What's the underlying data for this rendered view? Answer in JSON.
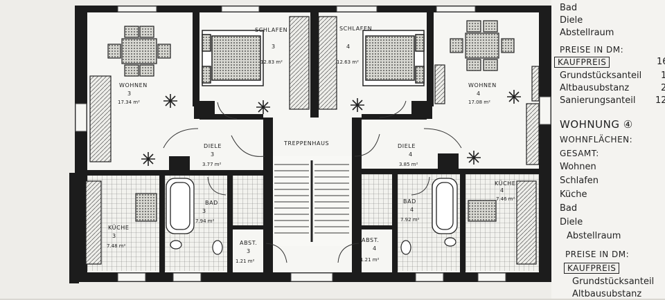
{
  "plan": {
    "rooms": {
      "wohnen_left": {
        "name": "WOHNEN",
        "num": "3",
        "area": "17.34 m²"
      },
      "schlafen_left": {
        "name": "SCHLAFEN",
        "num": "3",
        "area": "12.83 m²"
      },
      "schlafen_right": {
        "name": "SCHLAFEN",
        "num": "4",
        "area": "12.63 m²"
      },
      "wohnen_right": {
        "name": "WOHNEN",
        "num": "4",
        "area": "17.08 m²"
      },
      "diele_left": {
        "name": "DIELE",
        "num": "3",
        "area": "3.77 m²"
      },
      "treppenhaus": {
        "name": "TREPPENHAUS"
      },
      "diele_right": {
        "name": "DIELE",
        "num": "4",
        "area": "3.85 m²"
      },
      "bad_left": {
        "name": "BAD",
        "num": "3",
        "area": "7.94 m²"
      },
      "bad_right": {
        "name": "BAD",
        "num": "4",
        "area": "7.92 m²"
      },
      "kueche_left": {
        "name": "KÜCHE",
        "num": "3",
        "area": "7.48 m²"
      },
      "kueche_right": {
        "name": "KÜCHE",
        "num": "4",
        "area": "7.46 m²"
      },
      "abst_left": {
        "name": "ABST.",
        "num": "3",
        "area": "1.21 m²"
      },
      "abst_right": {
        "name": "ABST.",
        "num": "4",
        "area": "1.21 m²"
      }
    }
  },
  "sidebar": {
    "top_list": [
      "Bad",
      "Diele",
      "Abstellraum"
    ],
    "prices_heading_1": "PREISE IN DM:",
    "kaufpreis_1": "KAUFPREIS",
    "kaufpreis_1_value": "16",
    "price_items_1": [
      {
        "label": "Grundstücksanteil",
        "value": "1"
      },
      {
        "label": "Altbausubstanz",
        "value": "2"
      },
      {
        "label": "Sanierungsanteil",
        "value": "12"
      }
    ],
    "wohnung_heading": "WOHNUNG ④",
    "wohnflaechen_heading": "WOHNFLÄCHEN:",
    "area_list": [
      "GESAMT:",
      "Wohnen",
      "Schlafen",
      "Küche",
      "Bad",
      "Diele",
      "Abstellraum"
    ],
    "prices_heading_2": "PREISE IN DM:",
    "kaufpreis_2": "KAUFPREIS",
    "bottom_items": [
      "Grundstücksanteil",
      "Altbausubstanz"
    ]
  }
}
